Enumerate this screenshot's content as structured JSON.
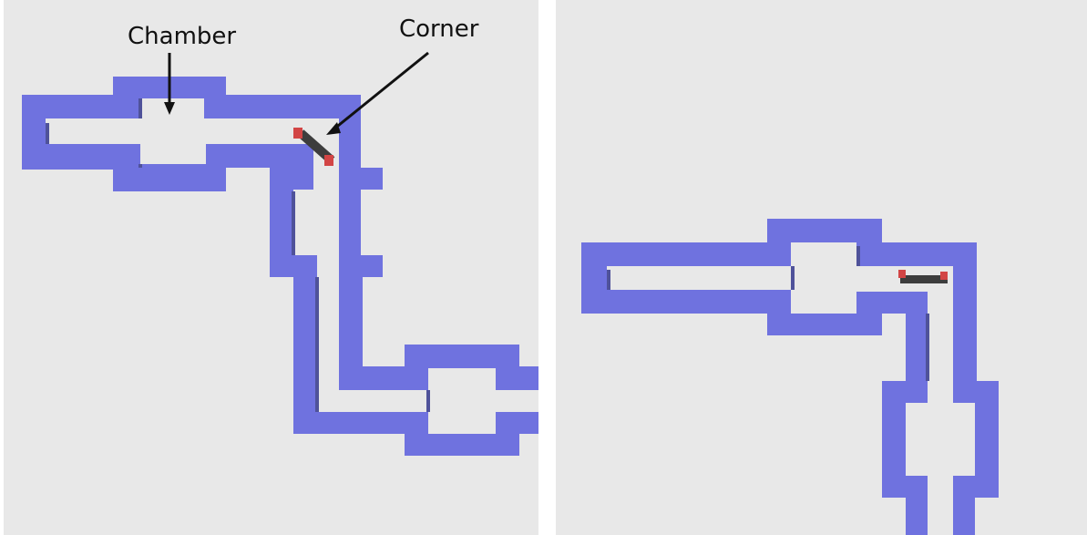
{
  "panels": [
    {
      "id": "left",
      "annotations": {
        "chamber": "Chamber",
        "corner": "Corner"
      }
    },
    {
      "id": "right",
      "annotations": {}
    }
  ],
  "colors": {
    "background": "#e8e8e8",
    "wall": "#6f72df",
    "wall_shadow": "#4f529a",
    "gripper_bar": "#3d3d3d",
    "gripper_end": "#d24545",
    "arrow": "#111111"
  }
}
